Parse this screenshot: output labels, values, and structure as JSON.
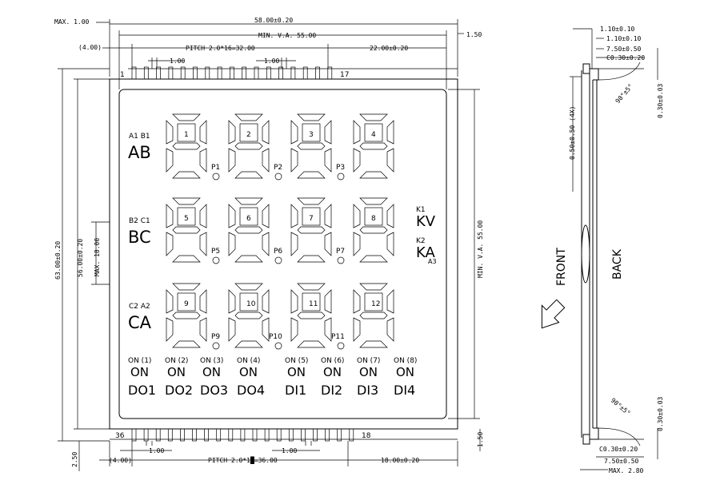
{
  "front_view": {
    "dims": {
      "max_top": "MAX. 1.00",
      "overall_width": "58.00±0.20",
      "min_va_width": "MIN. V.A. 55.00",
      "right_gap_top": "1.50",
      "left_offset_top": "(4.00)",
      "pitch_top": "PITCH 2.0*16=32.00",
      "pin_width_top_a": "1.00",
      "pin_width_top_b": "1.00",
      "right_span_top": "22.00±0.20",
      "overall_height": "63.00±0.20",
      "body_height": "56.00±0.20",
      "max_left": "MAX. 10.00",
      "min_va_height": "MIN. V.A. 55.00",
      "bottom_left_gap": "2.50",
      "left_offset_bottom": "(4.00)",
      "pin_width_bottom_a": "1.00",
      "pin_width_bottom_b": "1.00",
      "pitch_bottom": "PITCH 2.0*1█=36.00",
      "right_span_bottom": "18.00±0.20",
      "bottom_right_gap": "1.50"
    },
    "pins": {
      "top_left": "1",
      "top_right": "17",
      "bottom_left": "36",
      "bottom_right": "18"
    },
    "digits": [
      "1",
      "2",
      "3",
      "4",
      "5",
      "6",
      "7",
      "8",
      "9",
      "10",
      "11",
      "12"
    ],
    "points": [
      "P1",
      "P2",
      "P3",
      "P5",
      "P6",
      "P7",
      "P9",
      "P10",
      "P11"
    ],
    "row_labels": {
      "ab_small": "A1  B1",
      "ab_big": "AB",
      "bc_small": "B2  C1",
      "bc_big": "BC",
      "ca_small": "C2  A2",
      "ca_big": "CA",
      "kv_small": "K1",
      "kv_big": "KV",
      "ka_small": "K2",
      "ka_big": "KA",
      "ka_sub": "A3"
    },
    "on_small": [
      "ON (1)",
      "ON (2)",
      "ON (3)",
      "ON (4)",
      "ON (5)",
      "ON (6)",
      "ON (7)",
      "ON (8)"
    ],
    "on_big": [
      "ON",
      "ON",
      "ON",
      "ON",
      "ON",
      "ON",
      "ON",
      "ON"
    ],
    "io_labels": [
      "DO1",
      "DO2",
      "DO3",
      "DO4",
      "DI1",
      "DI2",
      "DI3",
      "DI4"
    ]
  },
  "side_view": {
    "dims": {
      "top_1": "1.10±0.10",
      "top_2": "1.10±0.10",
      "top_3": "7.50±0.50",
      "top_4": "C0.30±0.20",
      "left_thickness": "0.50±0.50 (4X)",
      "angle_top": "90°±5°",
      "right_top": "0.30±0.03",
      "angle_bottom": "90°±5°",
      "right_bottom": "0.30±0.03",
      "bottom_1": "C0.30±0.20",
      "bottom_2": "7.50±0.50",
      "bottom_3": "MAX. 2.80"
    },
    "front_label": "FRONT",
    "back_label": "BACK"
  }
}
